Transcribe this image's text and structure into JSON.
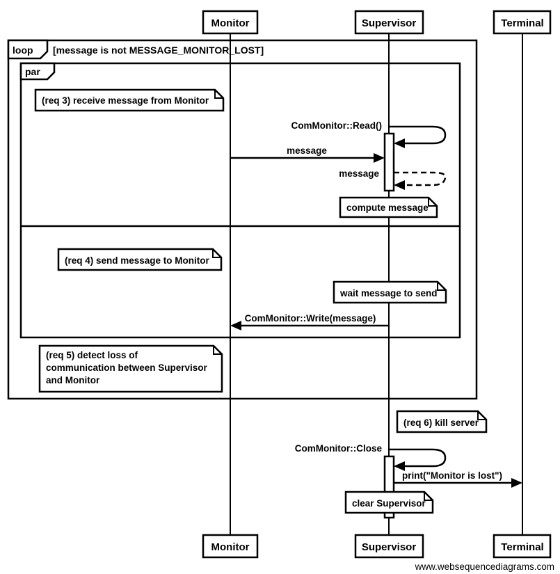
{
  "diagram": {
    "kind": "uml-sequence-diagram",
    "footer": "www.websequencediagrams.com",
    "participants": [
      {
        "id": "monitor",
        "name": "Monitor"
      },
      {
        "id": "supervisor",
        "name": "Supervisor"
      },
      {
        "id": "terminal",
        "name": "Terminal"
      }
    ],
    "fragments": [
      {
        "id": "loop-fragment",
        "operator": "loop",
        "condition": "[message is not MESSAGE_MONITOR_LOST]"
      },
      {
        "id": "par-fragment",
        "operator": "par",
        "condition": ""
      }
    ],
    "notes": [
      {
        "id": "note-req3",
        "lines": [
          "(req 3) receive message from Monitor"
        ]
      },
      {
        "id": "note-compute-message",
        "lines": [
          "compute message"
        ]
      },
      {
        "id": "note-req4",
        "lines": [
          "(req 4) send message to Monitor"
        ]
      },
      {
        "id": "note-wait-message",
        "lines": [
          "wait message to send"
        ]
      },
      {
        "id": "note-req5",
        "lines": [
          "(req 5) detect loss of",
          "communication between Supervisor",
          "and Monitor"
        ]
      },
      {
        "id": "note-req6",
        "lines": [
          "(req 6) kill server"
        ]
      },
      {
        "id": "note-clear-supervisor",
        "lines": [
          "clear Supervisor"
        ]
      }
    ],
    "messages": [
      {
        "id": "msg-commonitor-read",
        "label": "ComMonitor::Read()",
        "from": "supervisor",
        "to": "supervisor",
        "style": "solid",
        "kind": "self"
      },
      {
        "id": "msg-message-in",
        "label": "message",
        "from": "monitor",
        "to": "supervisor",
        "style": "solid",
        "kind": "call"
      },
      {
        "id": "msg-message-return",
        "label": "message",
        "from": "supervisor",
        "to": "supervisor",
        "style": "dashed",
        "kind": "self-return"
      },
      {
        "id": "msg-commonitor-write",
        "label": "ComMonitor::Write(message)",
        "from": "supervisor",
        "to": "monitor",
        "style": "solid",
        "kind": "call"
      },
      {
        "id": "msg-commonitor-close",
        "label": "ComMonitor::Close",
        "from": "supervisor",
        "to": "supervisor",
        "style": "solid",
        "kind": "self"
      },
      {
        "id": "msg-print-monitor-lost",
        "label": "print(\"Monitor is lost\")",
        "from": "supervisor",
        "to": "terminal",
        "style": "solid",
        "kind": "call"
      }
    ],
    "colors": {
      "background": "#ffffff",
      "stroke": "#000000",
      "text": "#000000"
    }
  }
}
